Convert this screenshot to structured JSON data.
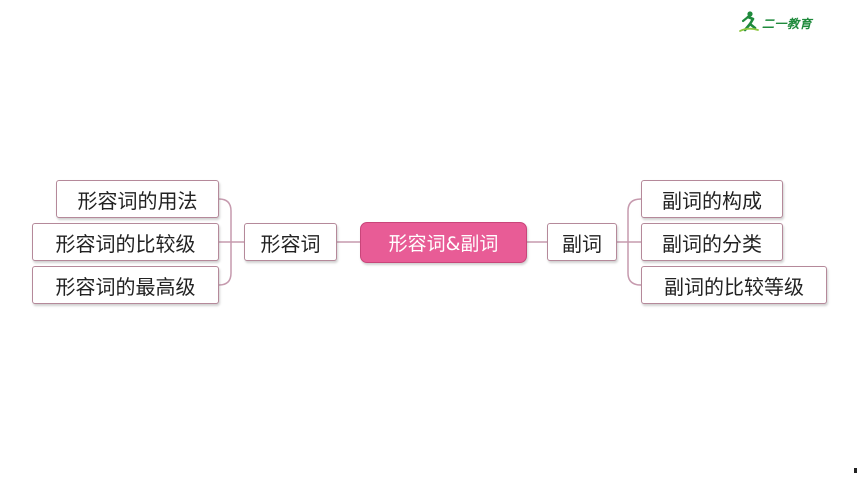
{
  "logo": {
    "text": "二一教育"
  },
  "colors": {
    "center_fill": "#e85c96",
    "node_border": "#b5899a",
    "connector": "#c69aae"
  },
  "mindmap": {
    "center": "形容词&副词",
    "left_branch": {
      "label": "形容词",
      "children": [
        "形容词的用法",
        "形容词的比较级",
        "形容词的最高级"
      ]
    },
    "right_branch": {
      "label": "副词",
      "children": [
        "副词的构成",
        "副词的分类",
        "副词的比较等级"
      ]
    }
  }
}
